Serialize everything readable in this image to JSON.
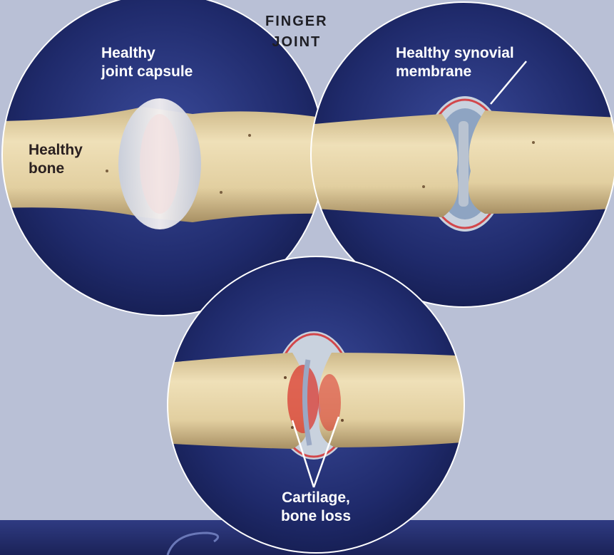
{
  "title": {
    "line1": "FINGER",
    "line2": "JOINT"
  },
  "labels": {
    "healthy_joint_capsule": {
      "line1": "Healthy",
      "line2": "joint capsule"
    },
    "healthy_bone": {
      "line1": "Healthy",
      "line2": "bone"
    },
    "healthy_synovial_membrane": {
      "line1": "Healthy synovial",
      "line2": "membrane"
    },
    "cartilage_bone_loss": {
      "line1": "Cartilage,",
      "line2": "bone loss"
    }
  },
  "colors": {
    "circle_fill": "#1f2a6b",
    "bone": "#e4d2a6",
    "inflammation": "#d93a30",
    "bottom_band": "#26306e"
  }
}
